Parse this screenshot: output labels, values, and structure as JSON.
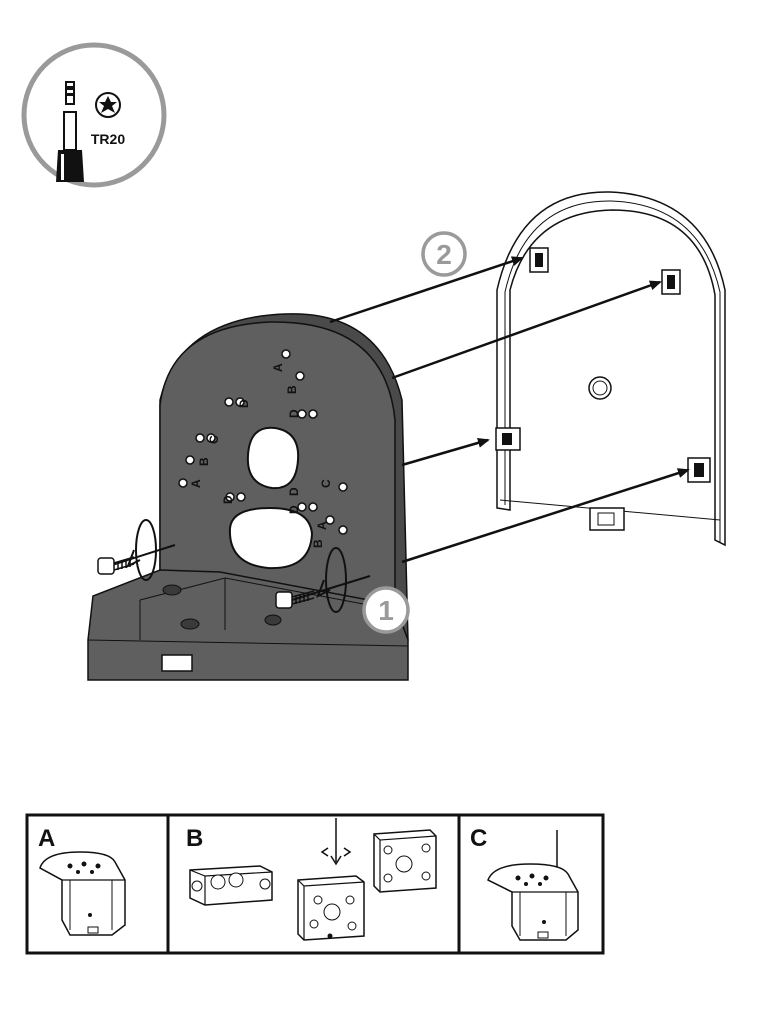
{
  "tool": {
    "label": "TR20",
    "icon": "torx-bit-icon"
  },
  "steps": [
    {
      "number": "1"
    },
    {
      "number": "2"
    }
  ],
  "hole_labels": [
    "A",
    "B",
    "D",
    "D",
    "D",
    "C",
    "B",
    "A",
    "D",
    "C",
    "D",
    "A",
    "B"
  ],
  "options": [
    {
      "letter": "A"
    },
    {
      "letter": "B"
    },
    {
      "letter": "C"
    }
  ],
  "colors": {
    "bracket": "#5f5f5f",
    "bracket_dark": "#4a4a4a",
    "step_badge": "#9a9a9a",
    "line": "#111111"
  }
}
